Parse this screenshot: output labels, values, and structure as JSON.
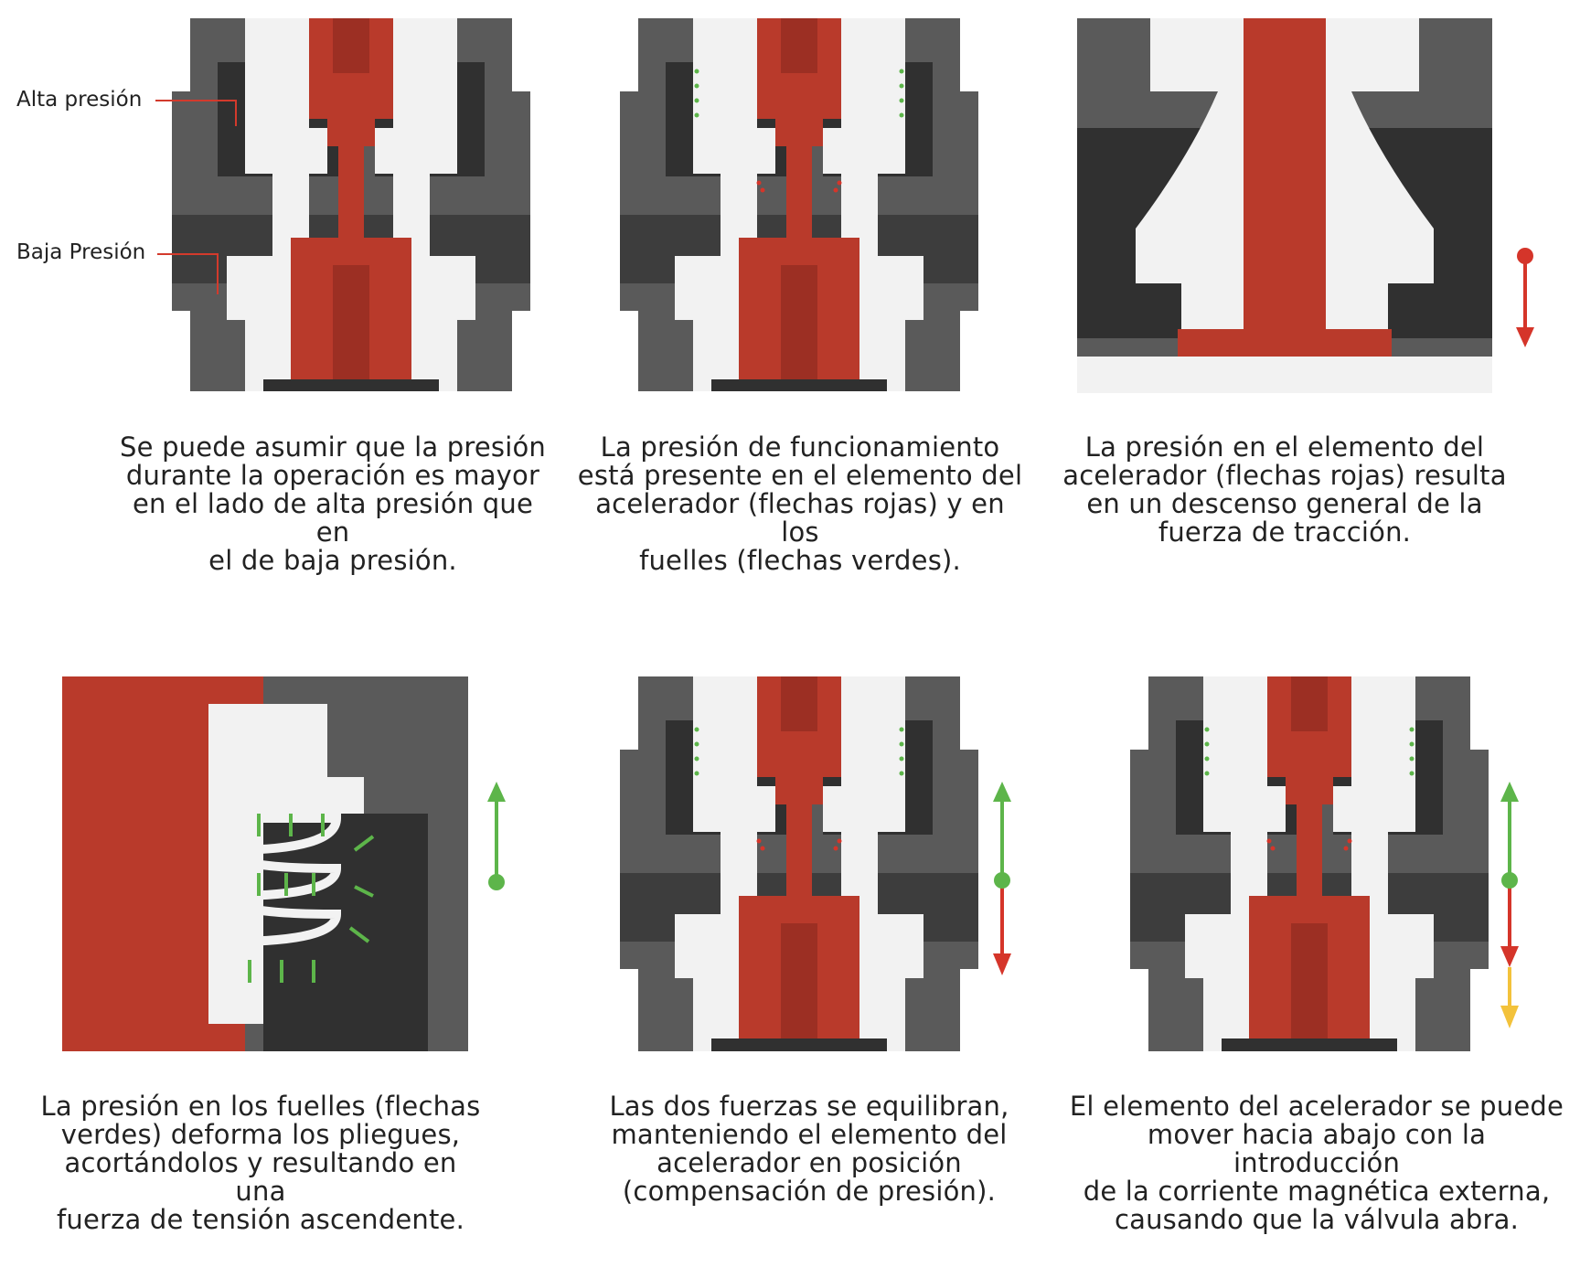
{
  "labels": {
    "high_pressure": "Alta presión",
    "low_pressure": "Baja Presión"
  },
  "captions": [
    "Se puede asumir que la presión\ndurante la operación es mayor\nen el  lado de alta presión que en\nel de baja presión.",
    "La presión de funcionamiento\nestá presente en el elemento del\nacelerador (flechas rojas) y en los\nfuelles (flechas verdes).",
    "La presión en el elemento del\nacelerador (flechas rojas) resulta\nen un descenso general de la\nfuerza de tracción.",
    "La presión en los fuelles (flechas\nverdes) deforma los pliegues,\nacortándolos y resultando en una\nfuerza de tensión ascendente.",
    "Las dos fuerzas se equilibran,\nmanteniendo el elemento del\nacelerador en posición\n(compensación de presión).",
    "El elemento del acelerador se puede\nmover hacia abajo con la introducción\nde la corriente magnética externa,\ncausando que la válvula abra."
  ],
  "colors": {
    "body": "#5a5a5a",
    "cavity": "#303030",
    "part": "#f2f2f2",
    "rod": "#b93a2b",
    "green": "#5db54a",
    "red": "#d5352a",
    "yellow": "#f3c23b",
    "leader": "#d33a2c"
  }
}
